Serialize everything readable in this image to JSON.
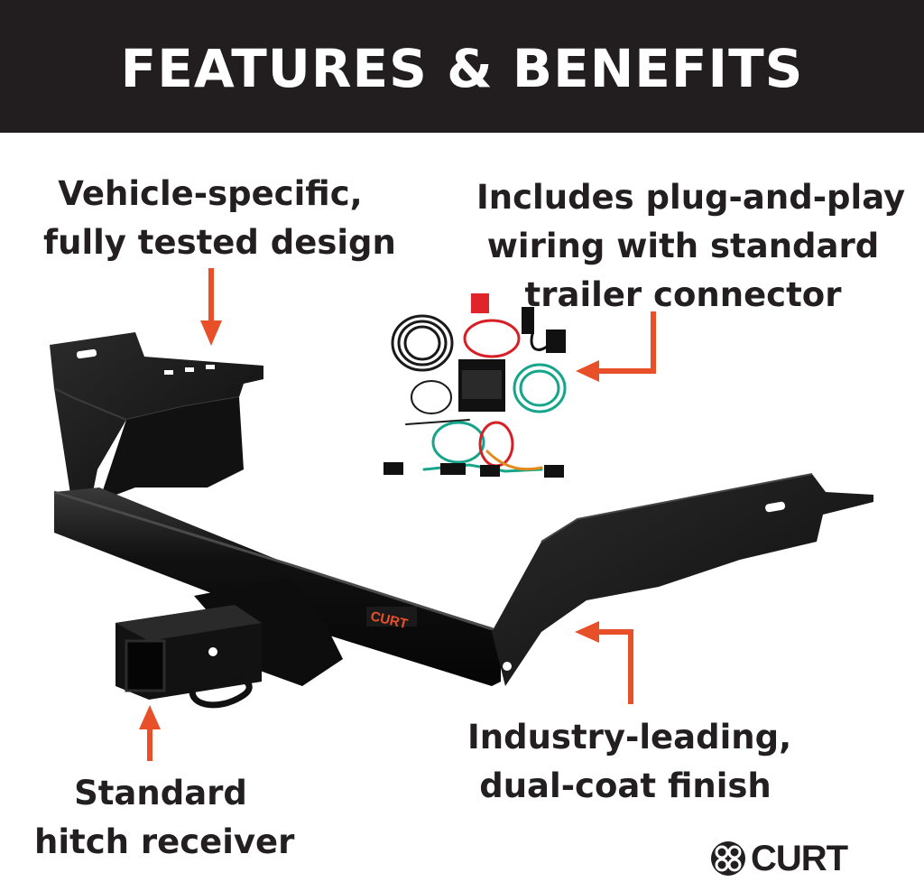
{
  "banner": {
    "title": "FEATURES & BENEFITS"
  },
  "callouts": {
    "vehicle_specific": {
      "line1": "Vehicle-specific,",
      "line2": "fully tested design"
    },
    "wiring": {
      "line1": "Includes plug-and-play",
      "line2": "wiring with standard",
      "line3": "trailer connector"
    },
    "finish": {
      "line1": "Industry-leading,",
      "line2": "dual-coat finish"
    },
    "receiver": {
      "line1": "Standard",
      "line2": "hitch receiver"
    }
  },
  "product_label": {
    "brand": "CURT"
  },
  "brand": {
    "name": "CURT"
  },
  "colors": {
    "banner_bg": "#221e1f",
    "arrow": "#e8502a",
    "text": "#231f20",
    "hitch": "#141414"
  }
}
